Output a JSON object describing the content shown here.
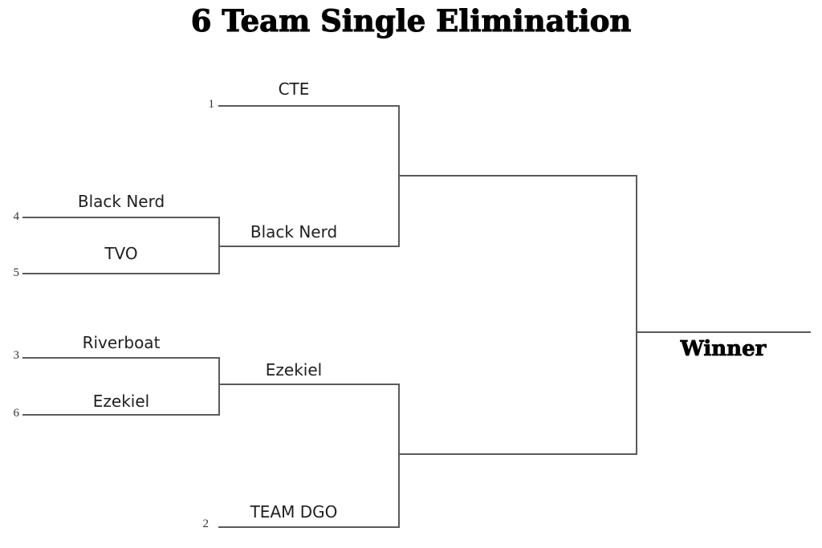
{
  "title": "6 Team Single Elimination",
  "colors": {
    "line": "#5a5a5a",
    "team_text": "#1f1f1f",
    "heading_text": "#000000",
    "seed_text": "#333333",
    "background": "#ffffff"
  },
  "bracket": {
    "type": "single-elimination",
    "team_count": 6,
    "round1": [
      {
        "position": "top",
        "seed_a": "4",
        "team_a": "Black Nerd",
        "seed_b": "5",
        "team_b": "TVO",
        "winner": "Black Nerd"
      },
      {
        "position": "bottom",
        "seed_a": "3",
        "team_a": "Riverboat",
        "seed_b": "6",
        "team_b": "Ezekiel",
        "winner": "Ezekiel"
      }
    ],
    "semifinals": [
      {
        "position": "top",
        "seed_a": "1",
        "team_a": "CTE",
        "team_b": "Black Nerd"
      },
      {
        "position": "bottom",
        "team_a": "Ezekiel",
        "seed_b": "2",
        "team_b": "TEAM DGO"
      }
    ],
    "final_label": "Winner"
  }
}
